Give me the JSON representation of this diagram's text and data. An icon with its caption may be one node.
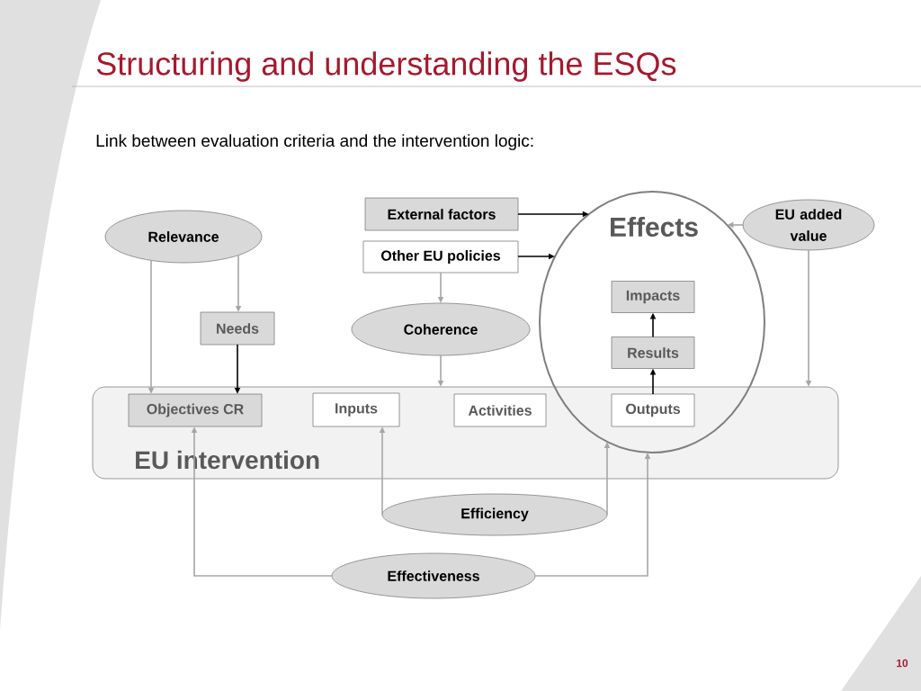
{
  "diagram": {
    "title": "Structuring and understanding the ESQs",
    "nodes": [
      {
        "text": [
          "Relevance"
        ]
      },
      {
        "text": [
          "External factors"
        ]
      },
      {
        "text": [
          "Other EU policies"
        ]
      },
      {
        "text": [
          "Effects"
        ]
      },
      {
        "text": [
          "EU added value"
        ]
      },
      {
        "text": [
          "Needs"
        ]
      },
      {
        "text": [
          "Coherence"
        ]
      },
      {
        "text": [
          "Impacts"
        ],
        "in": 3
      },
      {
        "text": [
          "Results"
        ],
        "in": 3
      },
      {
        "text": [
          "EU intervention"
        ]
      },
      {
        "text": [
          "Objectives CR"
        ],
        "in": 9
      },
      {
        "text": [
          "Inputs"
        ],
        "in": 9
      },
      {
        "text": [
          "Activities"
        ],
        "in": 9
      },
      {
        "text": [
          "Outputs"
        ]
      },
      {
        "text": [
          "Efficiency"
        ]
      },
      {
        "text": [
          "Effectiveness"
        ]
      }
    ],
    "edges": [
      {
        "from": 0,
        "to": 10,
        "arrow": "to"
      },
      {
        "from": 0,
        "to": 5,
        "arrow": "to"
      },
      {
        "from": 1,
        "to": 3,
        "arrow": "to",
        "color": "#000000"
      },
      {
        "from": 2,
        "to": 3,
        "arrow": "to",
        "color": "#000000"
      },
      {
        "from": 2,
        "to": 6,
        "arrow": "to"
      },
      {
        "from": 6,
        "to": 9,
        "arrow": "to"
      },
      {
        "from": 4,
        "to": 3,
        "arrow": "to"
      },
      {
        "from": 4,
        "to": 9,
        "arrow": "to"
      },
      {
        "from": 5,
        "to": 10,
        "arrow": "to",
        "color": "#000000"
      },
      {
        "from": 13,
        "to": 8,
        "arrow": "to",
        "color": "#000000"
      },
      {
        "from": 8,
        "to": 7,
        "arrow": "to",
        "color": "#000000"
      },
      {
        "from": 14,
        "to": 11,
        "arrow": "to"
      },
      {
        "from": 14,
        "to": 3,
        "arrow": "to"
      },
      {
        "from": 15,
        "to": 10,
        "arrow": "to"
      },
      {
        "from": 15,
        "to": 3,
        "arrow": "to"
      }
    ],
    "labels": [
      "Link between evaluation criteria and the intervention logic:",
      "10"
    ]
  }
}
